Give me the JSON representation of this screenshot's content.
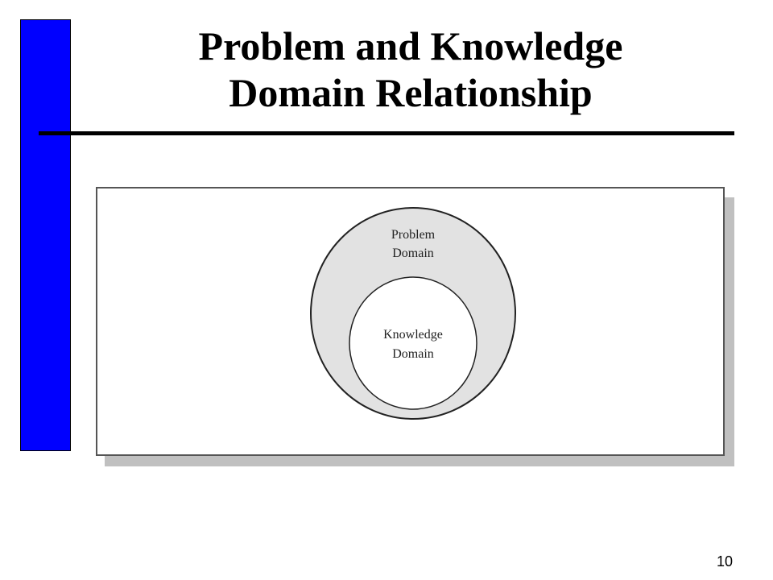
{
  "slide": {
    "title_line1": "Problem and Knowledge",
    "title_line2": "Domain Relationship",
    "page_number": "10"
  },
  "diagram": {
    "outer_label_line1": "Problem",
    "outer_label_line2": "Domain",
    "inner_label_line1": "Knowledge",
    "inner_label_line2": "Domain",
    "outer_fill": "#e2e2e2",
    "inner_fill": "#ffffff"
  },
  "colors": {
    "accent_bar": "#0000ff"
  }
}
